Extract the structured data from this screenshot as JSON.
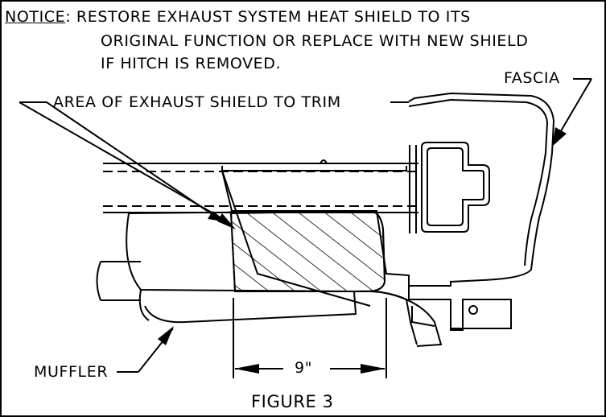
{
  "notice": {
    "heading": "NOTICE",
    "separator": ":",
    "lines": [
      "RESTORE EXHAUST SYSTEM HEAT SHIELD TO ITS",
      "ORIGINAL FUNCTION OR REPLACE WITH NEW SHIELD",
      "IF HITCH IS REMOVED."
    ]
  },
  "labels": {
    "fascia": "FASCIA",
    "trim_area": "AREA OF EXHAUST SHIELD TO TRIM",
    "muffler": "MUFFLER",
    "dimension": "9\"",
    "figure": "FIGURE 3"
  },
  "colors": {
    "ink": "#000000",
    "paper": "#ffffff"
  }
}
